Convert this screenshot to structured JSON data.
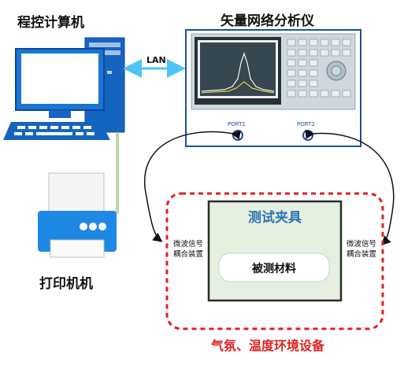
{
  "labels": {
    "computer": "程控计算机",
    "vna": "矢量网络分析仪",
    "printer": "打印机机",
    "lan": "LAN",
    "port1": "PORT1",
    "port2": "PORT2",
    "fixture": "测试夹具",
    "material": "被测材料",
    "coupler_left": [
      "微波信号",
      "耦合装置"
    ],
    "coupler_right": [
      "微波信号",
      "耦合装置"
    ],
    "environment": "气氛、温度环境设备"
  },
  "colors": {
    "lan_link": "#4fc3f7",
    "fixture_border": "#2b2b2b",
    "fixture_fill": "#e6f0e0",
    "environment_border": "#e02020",
    "vna_frame": "#1f4e9a",
    "fixture_title": "#2e74b5",
    "computer_body": "#1565c0"
  }
}
